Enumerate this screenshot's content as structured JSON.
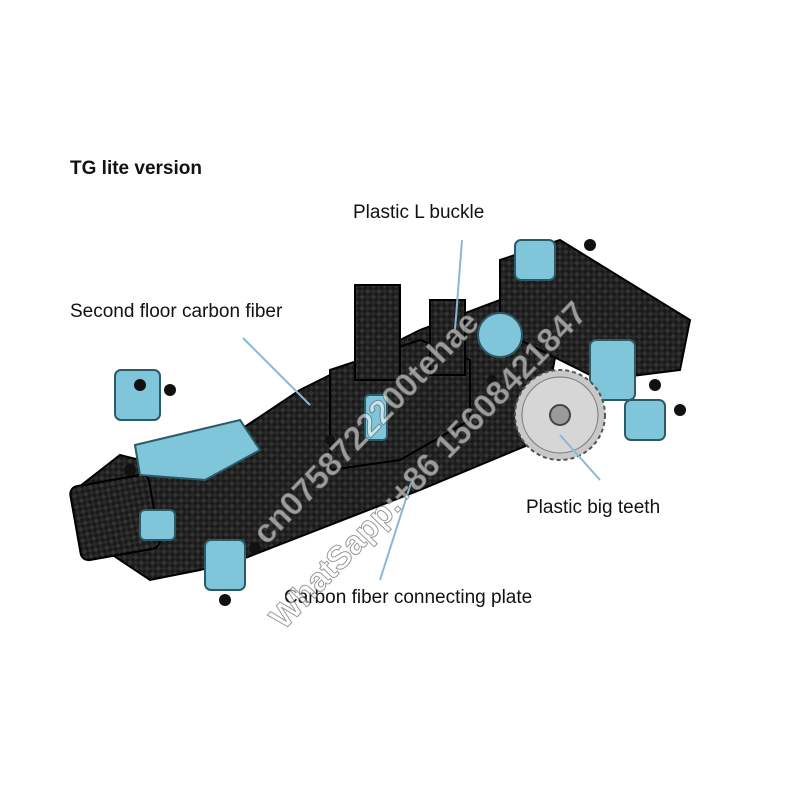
{
  "heading": "TG lite version",
  "callouts": {
    "l_buckle": "Plastic L buckle",
    "second_floor": "Second floor carbon fiber",
    "big_teeth": "Plastic big teeth",
    "connecting_plate": "Carbon fiber connecting plate"
  },
  "watermark": {
    "line1": "cn0758722200tehae",
    "line2": "WhatSapp:+86 15608421847"
  },
  "colors": {
    "carbon": "#1c1c1c",
    "aluminum_blue": "#7fc6da",
    "gear_silver": "#c8c8c8",
    "leader_line": "#8ab8d4"
  }
}
